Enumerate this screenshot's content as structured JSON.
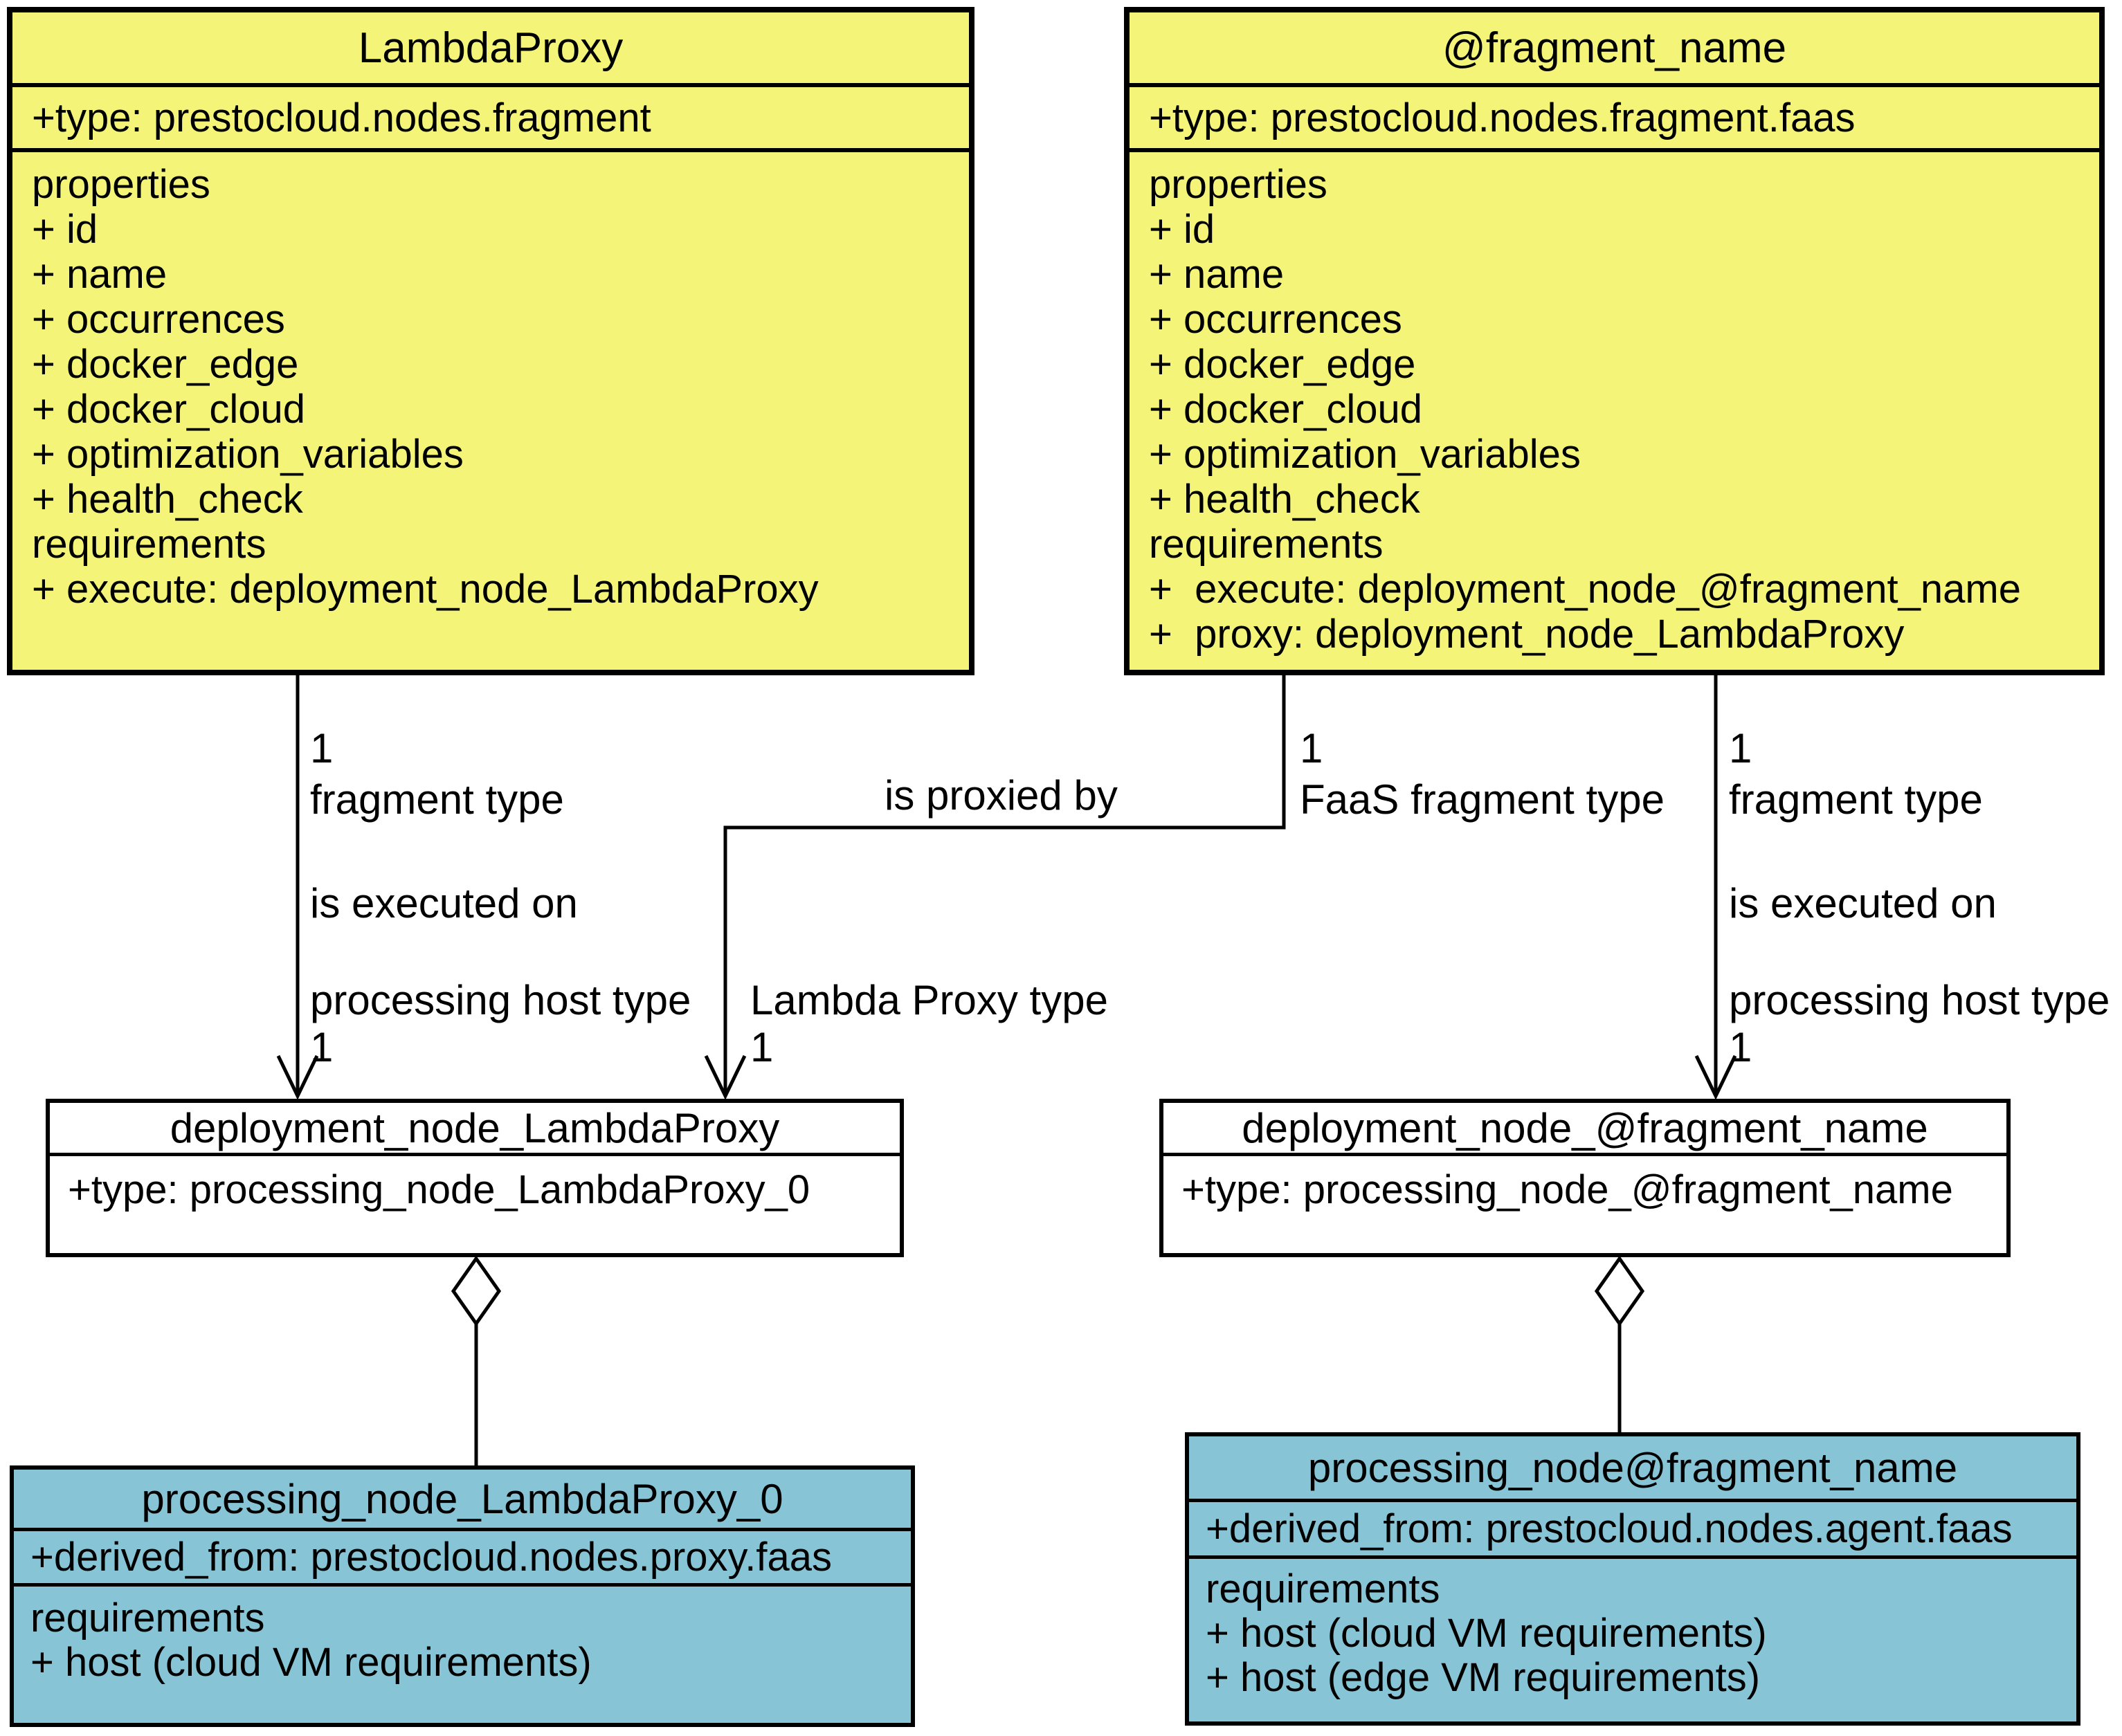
{
  "diagram": {
    "kind": "UML class / TOSCA type diagram",
    "colors": {
      "fragment_class_fill": "#F4F478",
      "deployment_class_fill": "#FFFFFF",
      "processing_class_fill": "#87C4D6",
      "line_color": "#000000",
      "background": "#FFFFFF"
    },
    "classes": {
      "lambda_proxy": {
        "title": "LambdaProxy",
        "type_line": "+type: prestocloud.nodes.fragment",
        "members": [
          "properties",
          "+ id",
          "+ name",
          "+ occurrences",
          "+ docker_edge",
          "+ docker_cloud",
          "+ optimization_variables",
          "+ health_check",
          "requirements",
          "+ execute: deployment_node_LambdaProxy"
        ]
      },
      "fragment_name": {
        "title": "@fragment_name",
        "type_line": "+type: prestocloud.nodes.fragment.faas",
        "members": [
          "properties",
          "+ id",
          "+ name",
          "+ occurrences",
          "+ docker_edge",
          "+ docker_cloud",
          "+ optimization_variables",
          "+ health_check",
          "requirements",
          "+  execute: deployment_node_@fragment_name",
          "+  proxy: deployment_node_LambdaProxy"
        ]
      },
      "deployment_lambda": {
        "title": "deployment_node_LambdaProxy",
        "type_line": "+type: processing_node_LambdaProxy_0"
      },
      "deployment_fragment": {
        "title": "deployment_node_@fragment_name",
        "type_line": "+type: processing_node_@fragment_name"
      },
      "processing_lambda": {
        "title": "processing_node_LambdaProxy_0",
        "derived_line": "+derived_from: prestocloud.nodes.proxy.faas",
        "requirement_lines": [
          "requirements",
          "+ host (cloud VM requirements)"
        ]
      },
      "processing_fragment": {
        "title": "processing_node@fragment_name",
        "derived_line": "+derived_from: prestocloud.nodes.agent.faas",
        "requirement_lines": [
          "requirements",
          "+ host (cloud VM requirements)",
          "+ host (edge VM requirements)"
        ]
      }
    },
    "edges": {
      "lambda_exec": {
        "source_mult": "1",
        "source_role": "fragment type",
        "name": "is executed on",
        "target_role": "processing host type",
        "target_mult": "1"
      },
      "proxied": {
        "name": "is proxied by",
        "source_mult": "1",
        "source_role": "FaaS fragment type",
        "target_role": "Lambda Proxy type",
        "target_mult": "1"
      },
      "fragment_exec": {
        "source_mult": "1",
        "source_role": "fragment type",
        "name": "is executed on",
        "target_role": "processing host type",
        "target_mult": "1"
      }
    }
  }
}
